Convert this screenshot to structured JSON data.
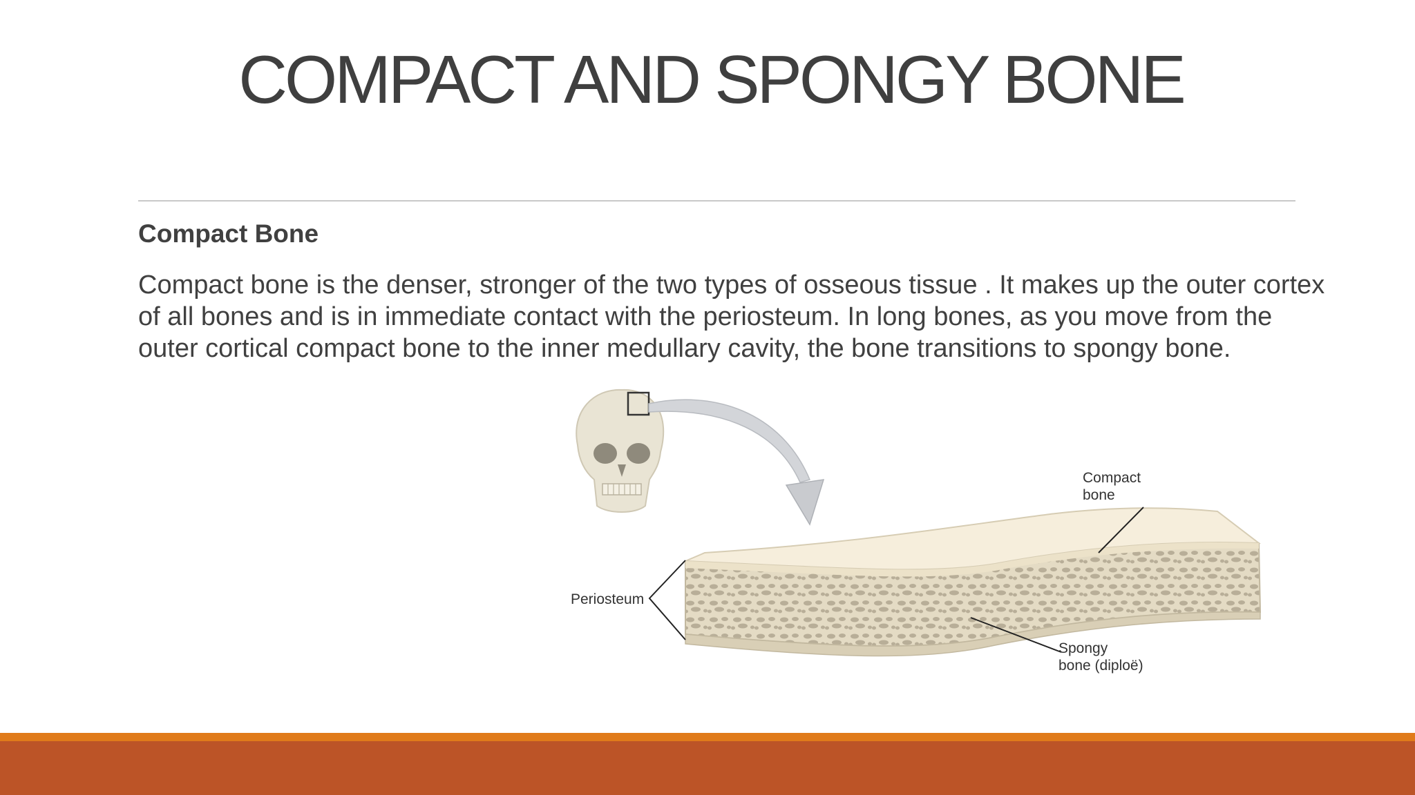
{
  "slide": {
    "title": "COMPACT AND SPONGY BONE",
    "subheading": "Compact Bone",
    "body": "Compact bone is the denser, stronger of the two types of osseous tissue . It makes up the outer cortex of all bones and is in immediate contact with the periosteum. In long bones, as you move from the outer cortical compact bone to the inner medullary cavity, the bone transitions to spongy bone."
  },
  "figure": {
    "labels": {
      "compact_line1": "Compact",
      "compact_line2": "bone",
      "periosteum": "Periosteum",
      "spongy_line1": "Spongy",
      "spongy_line2": "bone (diploë)"
    },
    "colors": {
      "bone_top": "#f6eedc",
      "bone_side": "#d9cfb6",
      "spongy_cavity": "#b8ae98",
      "arrow": "#c9cbcf",
      "skull": "#e9e4d4"
    }
  },
  "theme": {
    "band_orange": "#e07b1a",
    "band_rust": "#bc5427"
  }
}
